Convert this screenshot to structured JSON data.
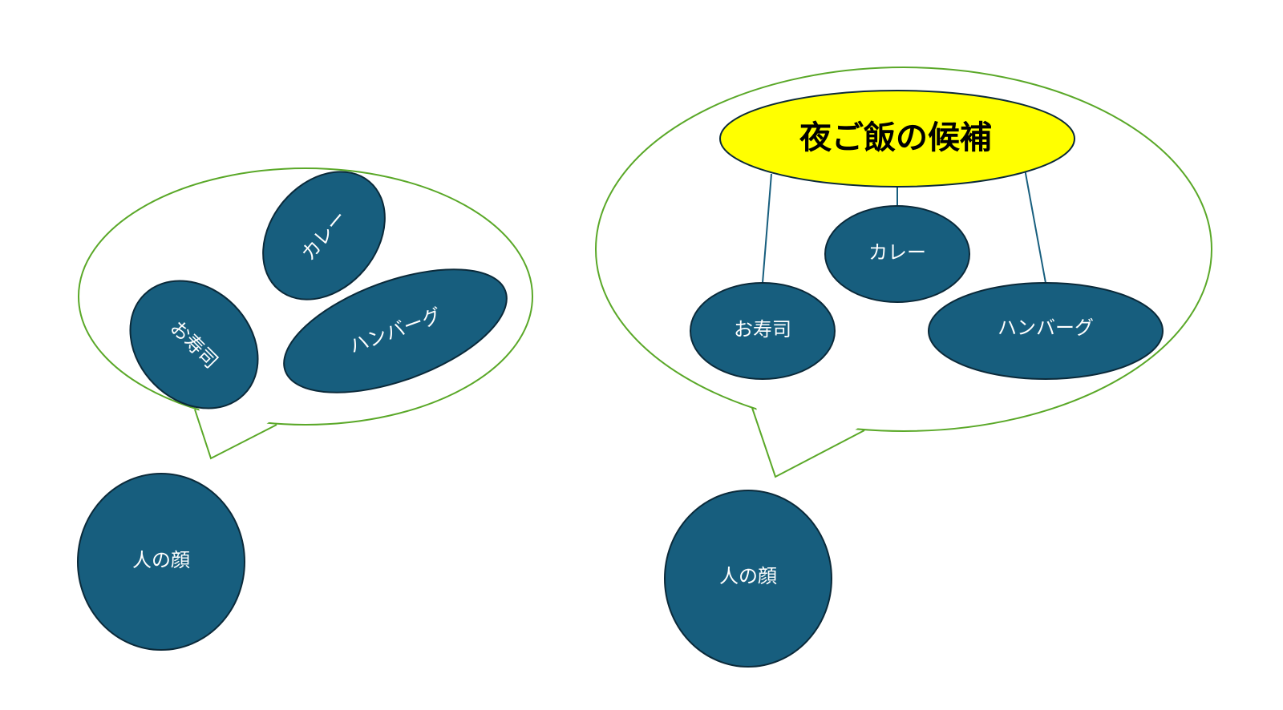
{
  "colors": {
    "node": "#175E7E",
    "bubble": "#5AA828",
    "title_fill": "#FFFF00"
  },
  "left": {
    "items": [
      "カレー",
      "お寿司",
      "ハンバーグ"
    ],
    "face": "人の顔"
  },
  "right": {
    "title": "夜ご飯の候補",
    "items": [
      "カレー",
      "お寿司",
      "ハンバーグ"
    ],
    "face": "人の顔"
  }
}
